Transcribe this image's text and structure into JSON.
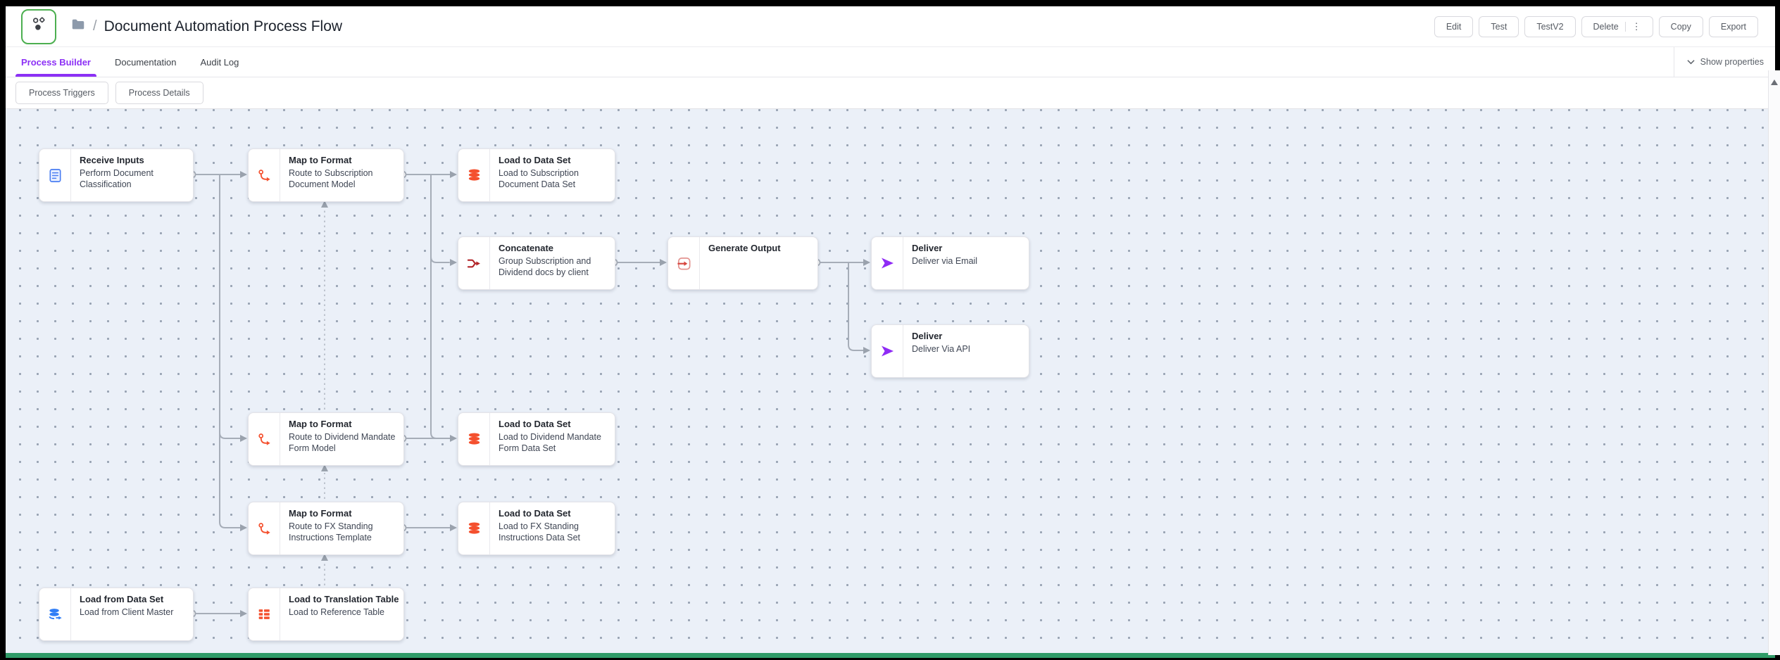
{
  "header": {
    "separator": "/",
    "title": "Document Automation Process Flow",
    "buttons": [
      {
        "label": "Edit"
      },
      {
        "label": "Test"
      },
      {
        "label": "TestV2"
      },
      {
        "label": "Delete",
        "menu_glyph": "⋮"
      },
      {
        "label": "Copy"
      },
      {
        "label": "Export"
      }
    ]
  },
  "tabs": [
    {
      "label": "Process Builder",
      "active": true
    },
    {
      "label": "Documentation",
      "active": false
    },
    {
      "label": "Audit Log",
      "active": false
    }
  ],
  "show_properties": {
    "label": "Show properties"
  },
  "toolbar": {
    "buttons": [
      {
        "label": "Process Triggers"
      },
      {
        "label": "Process Details"
      }
    ]
  },
  "canvas": {
    "nodes": [
      {
        "id": "receive-inputs",
        "title": "Receive Inputs",
        "subtitle": "Perform Document Classification",
        "icon": "document-icon"
      },
      {
        "id": "map-subscription",
        "title": "Map to Format",
        "subtitle": "Route to Subscription Document Model",
        "icon": "route-icon"
      },
      {
        "id": "load-subscription",
        "title": "Load to Data Set",
        "subtitle": "Load to Subscription Document Data Set",
        "icon": "database-icon"
      },
      {
        "id": "concatenate",
        "title": "Concatenate",
        "subtitle": "Group Subscription and Dividend docs by client",
        "icon": "merge-icon"
      },
      {
        "id": "generate-output",
        "title": "Generate Output",
        "subtitle": "",
        "icon": "output-icon"
      },
      {
        "id": "deliver-email",
        "title": "Deliver",
        "subtitle": "Deliver via Email",
        "icon": "send-icon"
      },
      {
        "id": "deliver-api",
        "title": "Deliver",
        "subtitle": "Deliver Via API",
        "icon": "send-icon"
      },
      {
        "id": "map-dividend",
        "title": "Map to Format",
        "subtitle": "Route to Dividend Mandate Form Model",
        "icon": "route-icon"
      },
      {
        "id": "load-dividend",
        "title": "Load to Data Set",
        "subtitle": "Load to Dividend Mandate Form Data Set",
        "icon": "database-icon"
      },
      {
        "id": "map-fx",
        "title": "Map to Format",
        "subtitle": "Route to FX Standing Instructions Template",
        "icon": "route-icon"
      },
      {
        "id": "load-fx",
        "title": "Load to Data Set",
        "subtitle": "Load to FX Standing Instructions Data Set",
        "icon": "database-icon"
      },
      {
        "id": "load-from-dataset",
        "title": "Load from Data Set",
        "subtitle": "Load from Client Master",
        "icon": "database-out-icon"
      },
      {
        "id": "load-translation-table",
        "title": "Load to Translation Table",
        "subtitle": "Load to Reference Table",
        "icon": "table-icon"
      }
    ],
    "connections": [
      {
        "from": "receive-inputs",
        "to": "map-subscription",
        "style": "solid"
      },
      {
        "from": "receive-inputs",
        "to": "map-dividend",
        "style": "solid"
      },
      {
        "from": "receive-inputs",
        "to": "map-fx",
        "style": "solid"
      },
      {
        "from": "map-subscription",
        "to": "load-subscription",
        "style": "solid"
      },
      {
        "from": "map-subscription",
        "to": "concatenate",
        "style": "solid"
      },
      {
        "from": "map-dividend",
        "to": "load-dividend",
        "style": "solid"
      },
      {
        "from": "map-dividend",
        "to": "concatenate",
        "style": "solid"
      },
      {
        "from": "concatenate",
        "to": "generate-output",
        "style": "solid"
      },
      {
        "from": "generate-output",
        "to": "deliver-email",
        "style": "solid"
      },
      {
        "from": "generate-output",
        "to": "deliver-api",
        "style": "solid"
      },
      {
        "from": "map-fx",
        "to": "load-fx",
        "style": "solid"
      },
      {
        "from": "load-from-dataset",
        "to": "load-translation-table",
        "style": "solid"
      },
      {
        "from": "load-translation-table",
        "to": "map-fx",
        "style": "dashed"
      },
      {
        "from": "map-fx",
        "to": "map-dividend",
        "style": "dashed"
      },
      {
        "from": "map-dividend",
        "to": "map-subscription",
        "style": "dashed"
      }
    ]
  },
  "colors": {
    "accent_purple": "#8c30f5",
    "canvas_background": "#ebf0f8",
    "node_orange": "#f4502e",
    "node_blue": "#4b7ef2",
    "node_purple": "#8f2bf5",
    "node_dark_red": "#b22428",
    "node_red": "#d6453d",
    "header_icon_border": "#4caf50",
    "bottom_bar_green": "#2f9b68",
    "connector_gray": "#a6adb8"
  }
}
